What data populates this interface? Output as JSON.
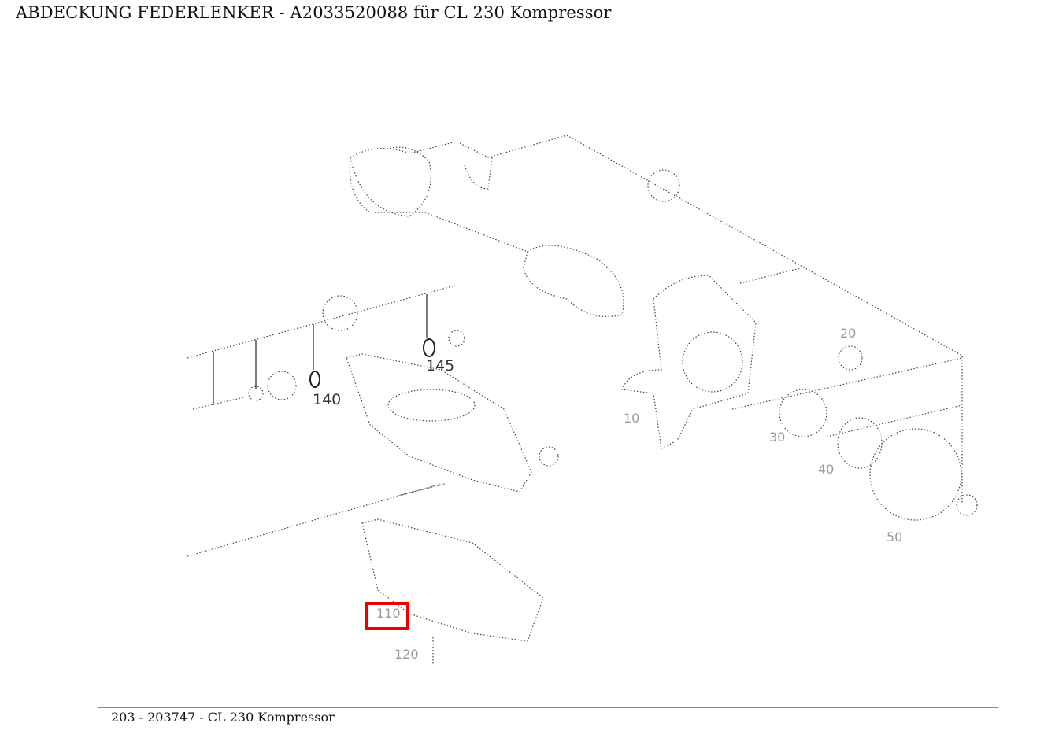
{
  "title": "ABDECKUNG FEDERLENKER - A2033520088 für CL 230 Kompressor",
  "highlight_color": "#ee0000",
  "diagram": {
    "labels": {
      "l145": "145",
      "l140": "140",
      "l120": "120",
      "l110": "110",
      "l10": "10",
      "l20": "20",
      "l30": "30",
      "l40": "40",
      "l50": "50"
    },
    "highlighted_part": "110"
  },
  "footer": "203 - 203747 - CL 230 Kompressor"
}
